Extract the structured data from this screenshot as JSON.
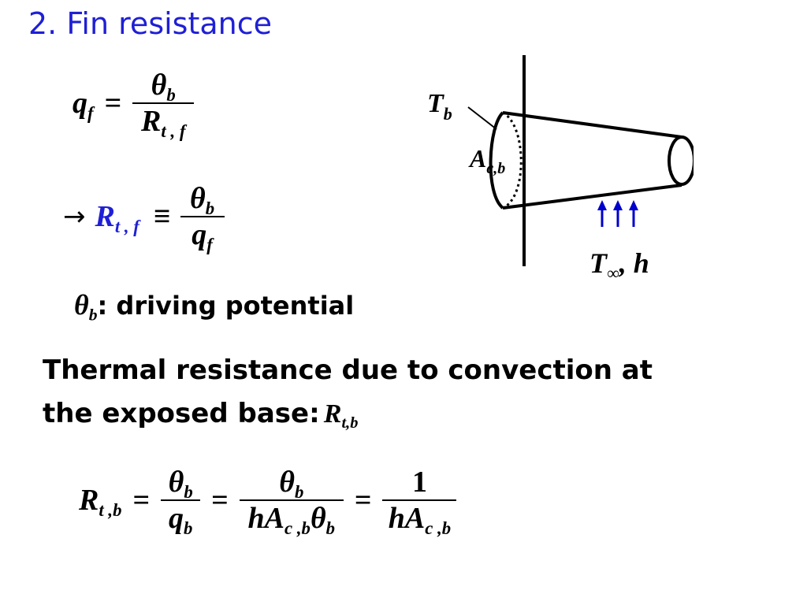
{
  "title": "2. Fin resistance",
  "eq1": {
    "lhs": "q",
    "lhs_sub": "f",
    "num": "θ",
    "num_sub": "b",
    "den": "R",
    "den_sub": "t , f"
  },
  "eq2": {
    "arrow": "→",
    "lhs": "R",
    "lhs_sub": "t , f",
    "equiv": "≡",
    "num": "θ",
    "num_sub": "b",
    "den": "q",
    "den_sub": "f"
  },
  "driving": {
    "sym": "θ",
    "sub": "b",
    "text": ": driving potential"
  },
  "paragraph": {
    "line1": "Thermal resistance due to convection at",
    "line2": "the exposed base:",
    "sym": "R",
    "sym_sub": "t,b"
  },
  "eq3": {
    "lhs": "R",
    "lhs_sub": "t ,b",
    "f1_num": "θ",
    "f1_num_sub": "b",
    "f1_den": "q",
    "f1_den_sub": "b",
    "f2_num": "θ",
    "f2_num_sub": "b",
    "f2_den": "hA",
    "f2_den_sub": "c ,b",
    "f2_den_tail": "θ",
    "f2_den_tail_sub": "b",
    "f3_num": "1",
    "f3_den": "hA",
    "f3_den_sub": "c ,b"
  },
  "diagram": {
    "tb": "T",
    "tb_sub": "b",
    "acb": "A",
    "acb_sub": "c,b",
    "tinf": "T",
    "tinf_sub": "∞",
    "h_label": ", h",
    "arrow_color": "#0000cc"
  },
  "colors": {
    "title": "#1f1fd6",
    "highlight": "#1f1fd6"
  }
}
